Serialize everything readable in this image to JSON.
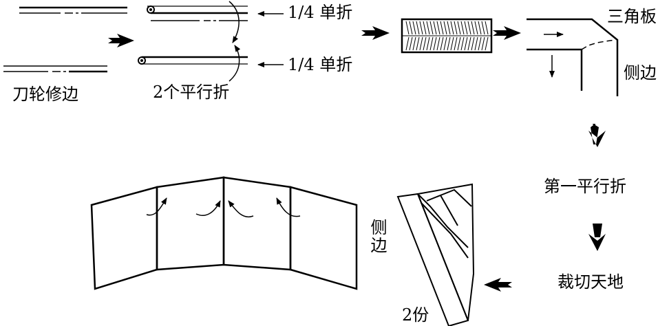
{
  "labels": {
    "knife_trim": "刀轮修边",
    "quarter_fold_top": "1/4 单折",
    "quarter_fold_bottom": "1/4 单折",
    "two_parallel_folds": "2个平行折",
    "triangle_board": "三角板",
    "side_edge_right": "侧边",
    "first_parallel_fold": "第一平行折",
    "cut_top_bottom": "裁切天地",
    "side_edge_left": "侧边",
    "two_copies": "2份"
  },
  "colors": {
    "ink": "#000000",
    "background": "#ffffff"
  }
}
